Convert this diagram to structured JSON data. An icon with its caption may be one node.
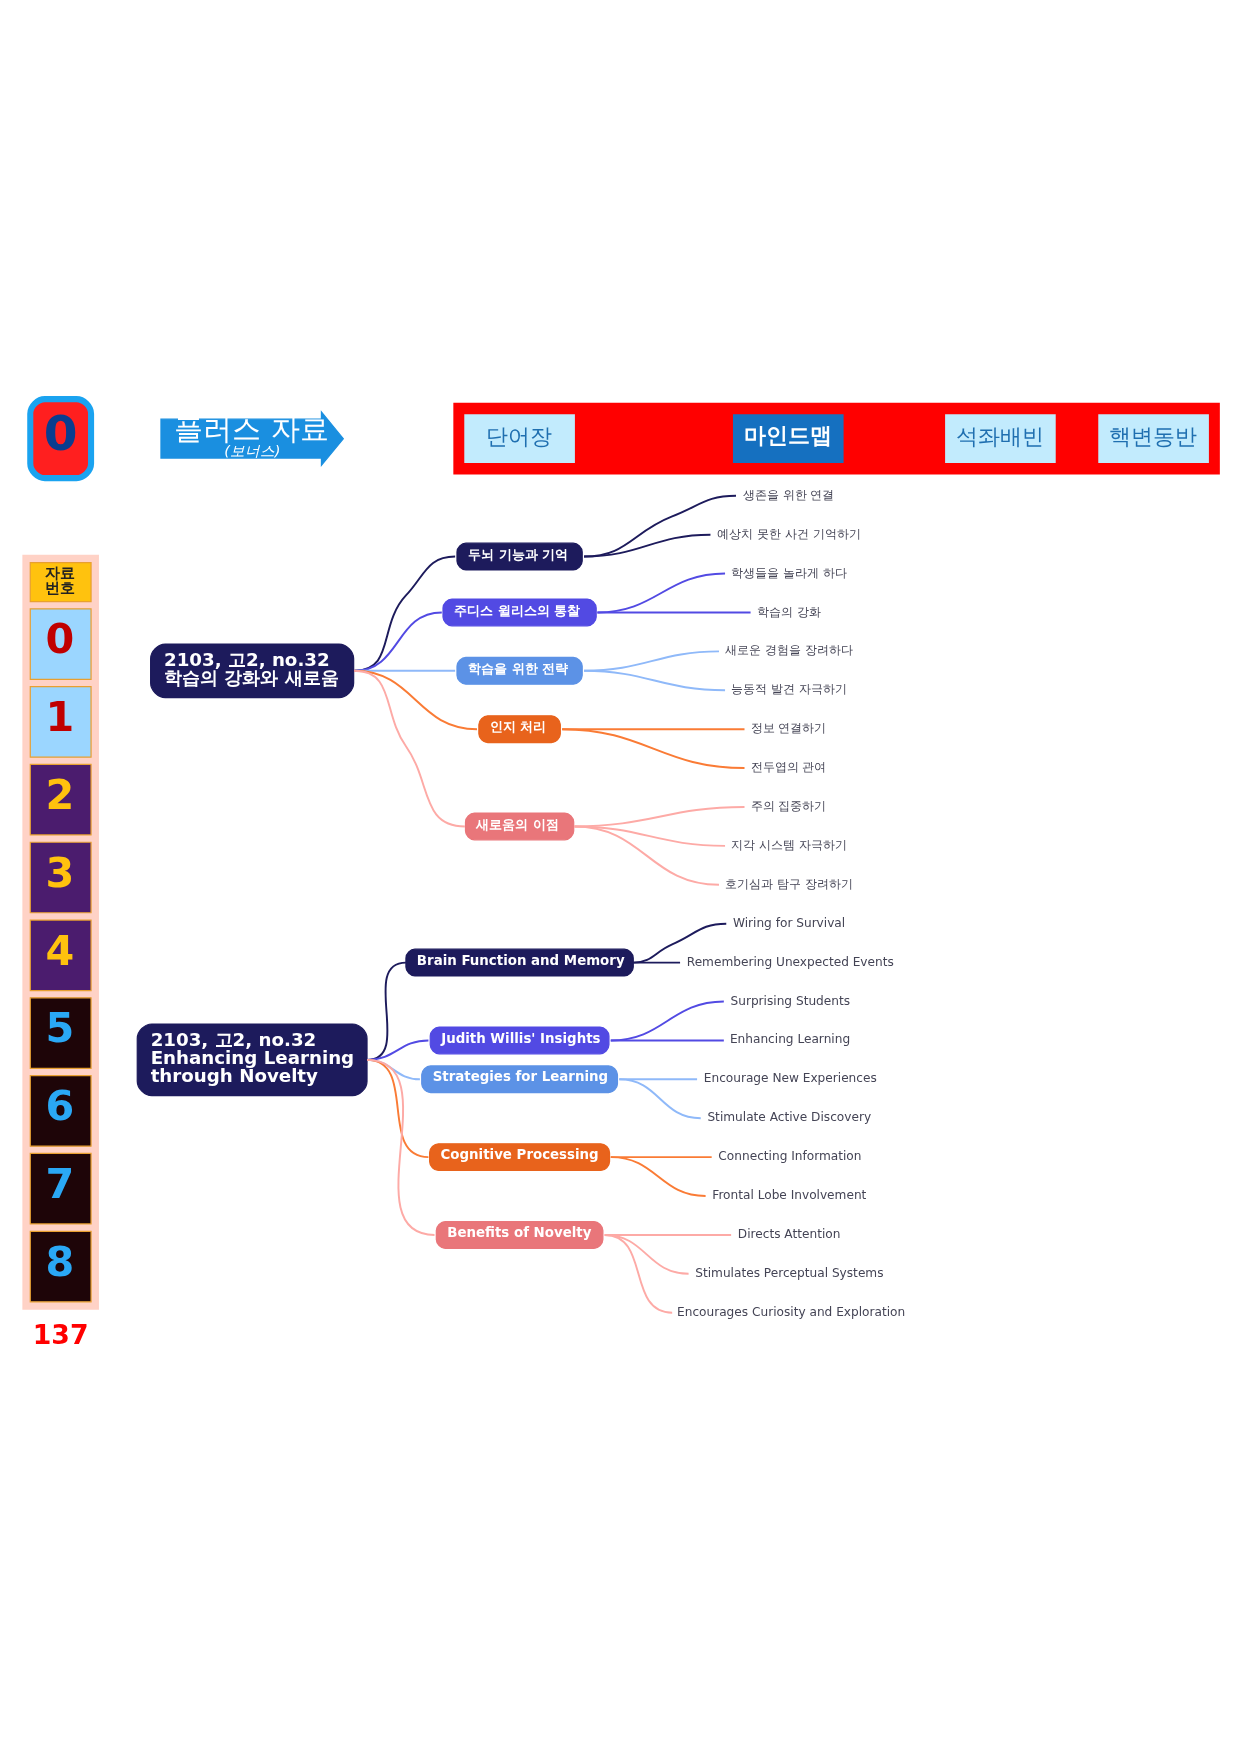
{
  "diagram": {
    "nodes": [
      {
        "text": [
          "0"
        ]
      },
      {
        "text": [
          "플러스 자료",
          "(보너스)"
        ]
      },
      {
        "text": [],
        "shape": "box"
      },
      {
        "text": [
          "단어장"
        ],
        "in": 2
      },
      {
        "text": [
          "마인드맵"
        ],
        "in": 2
      },
      {
        "text": [
          "석좌배빈"
        ],
        "in": 2
      },
      {
        "text": [
          "핵변동반"
        ],
        "in": 2
      },
      {
        "text": [],
        "shape": "box"
      },
      {
        "text": [
          "자료 번호"
        ],
        "in": 7
      },
      {
        "text": [
          "0"
        ],
        "in": 7
      },
      {
        "text": [
          "1"
        ],
        "in": 7
      },
      {
        "text": [
          "2"
        ],
        "in": 7
      },
      {
        "text": [
          "3"
        ],
        "in": 7
      },
      {
        "text": [
          "4"
        ],
        "in": 7
      },
      {
        "text": [
          "5"
        ],
        "in": 7
      },
      {
        "text": [
          "6"
        ],
        "in": 7
      },
      {
        "text": [
          "7"
        ],
        "in": 7
      },
      {
        "text": [
          "8"
        ],
        "in": 7
      },
      {
        "text": [
          "2103, 고2, no.32",
          "학습의 강화와 새로움"
        ]
      },
      {
        "text": [
          "두뇌 기능과 기억"
        ]
      },
      {
        "text": [
          "생존을 위한 연결"
        ]
      },
      {
        "text": [
          "예상치 못한 사건 기억하기"
        ]
      },
      {
        "text": [
          "주디스 윌리스의 통찰"
        ]
      },
      {
        "text": [
          "학생들을 놀라게 하다"
        ]
      },
      {
        "text": [
          "학습의 강화"
        ]
      },
      {
        "text": [
          "학습을 위한 전략"
        ]
      },
      {
        "text": [
          "새로운 경험을 장려하다"
        ]
      },
      {
        "text": [
          "능동적 발견 자극하기"
        ]
      },
      {
        "text": [
          "인지 처리"
        ]
      },
      {
        "text": [
          "정보 연결하기"
        ]
      },
      {
        "text": [
          "전두엽의 관여"
        ]
      },
      {
        "text": [
          "새로움의 이점"
        ]
      },
      {
        "text": [
          "주의 집중하기"
        ]
      },
      {
        "text": [
          "지각 시스템 자극하기"
        ]
      },
      {
        "text": [
          "호기심과 탐구 장려하기"
        ]
      },
      {
        "text": [
          "2103, 고2, no.32",
          "Enhancing Learning through Novelty"
        ]
      },
      {
        "text": [
          "Brain Function and Memory"
        ]
      },
      {
        "text": [
          "Wiring for Survival"
        ]
      },
      {
        "text": [
          "Remembering Unexpected Events"
        ]
      },
      {
        "text": [
          "Judith Willis' Insights"
        ]
      },
      {
        "text": [
          "Surprising Students"
        ]
      },
      {
        "text": [
          "Enhancing Learning"
        ]
      },
      {
        "text": [
          "Strategies for Learning"
        ]
      },
      {
        "text": [
          "Encourage New Experiences"
        ]
      },
      {
        "text": [
          "Stimulate Active Discovery"
        ]
      },
      {
        "text": [
          "Cognitive Processing"
        ]
      },
      {
        "text": [
          "Connecting Information"
        ]
      },
      {
        "text": [
          "Frontal Lobe Involvement"
        ]
      },
      {
        "text": [
          "Benefits of Novelty"
        ]
      },
      {
        "text": [
          "Directs Attention"
        ]
      },
      {
        "text": [
          "Stimulates Perceptual Systems"
        ]
      },
      {
        "text": [
          "Encourages Curiosity and Exploration"
        ]
      }
    ],
    "edges": [
      {
        "from": 18,
        "to": 19,
        "arrow": "none",
        "color": "#1d1b5c"
      },
      {
        "from": 19,
        "to": 20,
        "arrow": "none",
        "color": "#1d1b5c"
      },
      {
        "from": 19,
        "to": 21,
        "arrow": "none",
        "color": "#1d1b5c"
      },
      {
        "from": 18,
        "to": 22,
        "arrow": "none",
        "color": "#524ae3"
      },
      {
        "from": 22,
        "to": 23,
        "arrow": "none",
        "color": "#524ae3"
      },
      {
        "from": 22,
        "to": 24,
        "arrow": "none",
        "color": "#524ae3"
      },
      {
        "from": 18,
        "to": 25,
        "arrow": "none",
        "color": "#8fb9f9"
      },
      {
        "from": 25,
        "to": 26,
        "arrow": "none",
        "color": "#8fb9f9"
      },
      {
        "from": 25,
        "to": 27,
        "arrow": "none",
        "color": "#8fb9f9"
      },
      {
        "from": 18,
        "to": 28,
        "arrow": "none",
        "color": "#fa7b35"
      },
      {
        "from": 28,
        "to": 29,
        "arrow": "none",
        "color": "#fa7b35"
      },
      {
        "from": 28,
        "to": 30,
        "arrow": "none",
        "color": "#fa7b35"
      },
      {
        "from": 18,
        "to": 31,
        "arrow": "none",
        "color": "#fdaaa6"
      },
      {
        "from": 31,
        "to": 32,
        "arrow": "none",
        "color": "#fdaaa6"
      },
      {
        "from": 31,
        "to": 33,
        "arrow": "none",
        "color": "#fdaaa6"
      },
      {
        "from": 31,
        "to": 34,
        "arrow": "none",
        "color": "#fdaaa6"
      },
      {
        "from": 35,
        "to": 36,
        "arrow": "none",
        "color": "#1d1b5c"
      },
      {
        "from": 36,
        "to": 37,
        "arrow": "none",
        "color": "#1d1b5c"
      },
      {
        "from": 36,
        "to": 38,
        "arrow": "none",
        "color": "#1d1b5c"
      },
      {
        "from": 35,
        "to": 39,
        "arrow": "none",
        "color": "#524ae3"
      },
      {
        "from": 39,
        "to": 40,
        "arrow": "none",
        "color": "#524ae3"
      },
      {
        "from": 39,
        "to": 41,
        "arrow": "none",
        "color": "#524ae3"
      },
      {
        "from": 35,
        "to": 42,
        "arrow": "none",
        "color": "#8fb9f9"
      },
      {
        "from": 42,
        "to": 43,
        "arrow": "none",
        "color": "#8fb9f9"
      },
      {
        "from": 42,
        "to": 44,
        "arrow": "none",
        "color": "#8fb9f9"
      },
      {
        "from": 35,
        "to": 45,
        "arrow": "none",
        "color": "#fa7b35"
      },
      {
        "from": 45,
        "to": 46,
        "arrow": "none",
        "color": "#fa7b35"
      },
      {
        "from": 45,
        "to": 47,
        "arrow": "none",
        "color": "#fa7b35"
      },
      {
        "from": 35,
        "to": 48,
        "arrow": "none",
        "color": "#fdaaa6"
      },
      {
        "from": 48,
        "to": 49,
        "arrow": "none",
        "color": "#fdaaa6"
      },
      {
        "from": 48,
        "to": 50,
        "arrow": "none",
        "color": "#fdaaa6"
      },
      {
        "from": 48,
        "to": 51,
        "arrow": "none",
        "color": "#fdaaa6"
      }
    ],
    "labels": [
      "137"
    ]
  }
}
